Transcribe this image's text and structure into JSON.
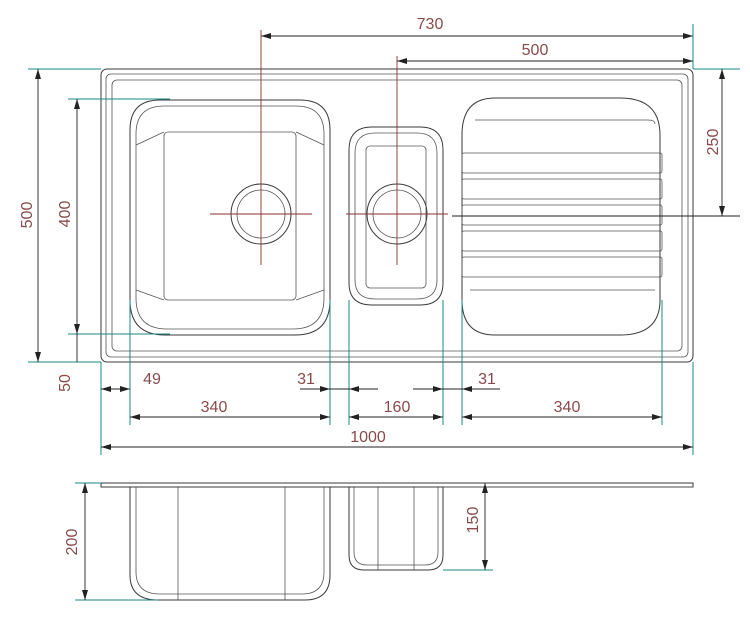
{
  "dimensions": {
    "overall_width": "1000",
    "overall_depth": "500",
    "inner_depth": "400",
    "edge_offset": "50",
    "drain_distance_large": "730",
    "drain_distance_small": "500",
    "drainer_depth": "250",
    "margin_left": "49",
    "large_bowl_width": "340",
    "gap_after_large": "31",
    "small_bowl_width": "160",
    "gap_after_small": "31",
    "drainer_width": "340",
    "large_bowl_depth": "200",
    "small_bowl_depth": "150"
  },
  "colors": {
    "dimension_text": "#8a4a4a",
    "extension_line": "#1a8a8a",
    "outline": "#3a3a3a",
    "center_line": "#8a3030"
  }
}
